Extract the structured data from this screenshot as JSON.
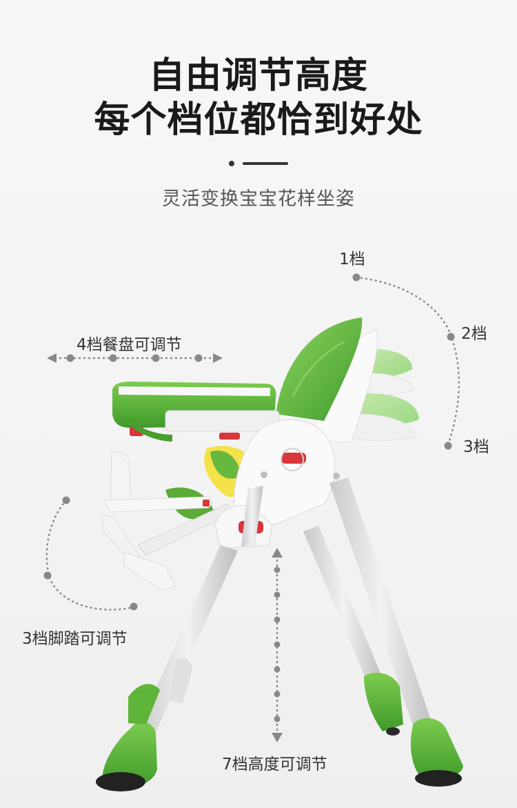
{
  "headline": {
    "line1": "自由调节高度",
    "line2": "每个档位都恰到好处"
  },
  "subtitle": "灵活变换宝宝花样坐姿",
  "backrest_positions": {
    "pos1": "1档",
    "pos2": "2档",
    "pos3": "3档"
  },
  "tray_label": "4档餐盘可调节",
  "footrest_label": "3档脚踏可调节",
  "height_label": "7档高度可调节",
  "colors": {
    "accent_green": "#5fb43a",
    "dark_green": "#3f8f2a",
    "chair_white": "#fafafa",
    "leg_grey": "#d9d9d9",
    "dot_grey": "#888888",
    "red_button": "#d8363a"
  }
}
